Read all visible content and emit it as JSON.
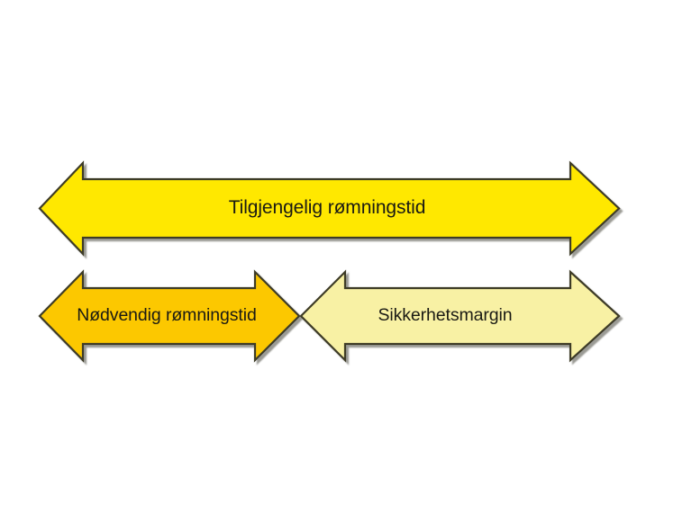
{
  "diagram": {
    "title": "Tilgjengelig rømningstid / Nødvendig rømningstid / Sikkerhetsmargin",
    "background_color": "#ffffff",
    "outline_color": "#3d3a28",
    "shadow_color": "#8a8a82",
    "arrows": [
      {
        "id": "available-escape-time",
        "label": "Tilgjengelig rømningstid",
        "fill_color": "#ffe800",
        "direction": "double",
        "row": "top"
      },
      {
        "id": "required-escape-time",
        "label": "Nødvendig rømningstid",
        "fill_color": "#fcc800",
        "direction": "double",
        "row": "bottom"
      },
      {
        "id": "safety-margin",
        "label": "Sikkerhetsmargin",
        "fill_color": "#f8f1a4",
        "direction": "double",
        "row": "bottom"
      }
    ]
  }
}
